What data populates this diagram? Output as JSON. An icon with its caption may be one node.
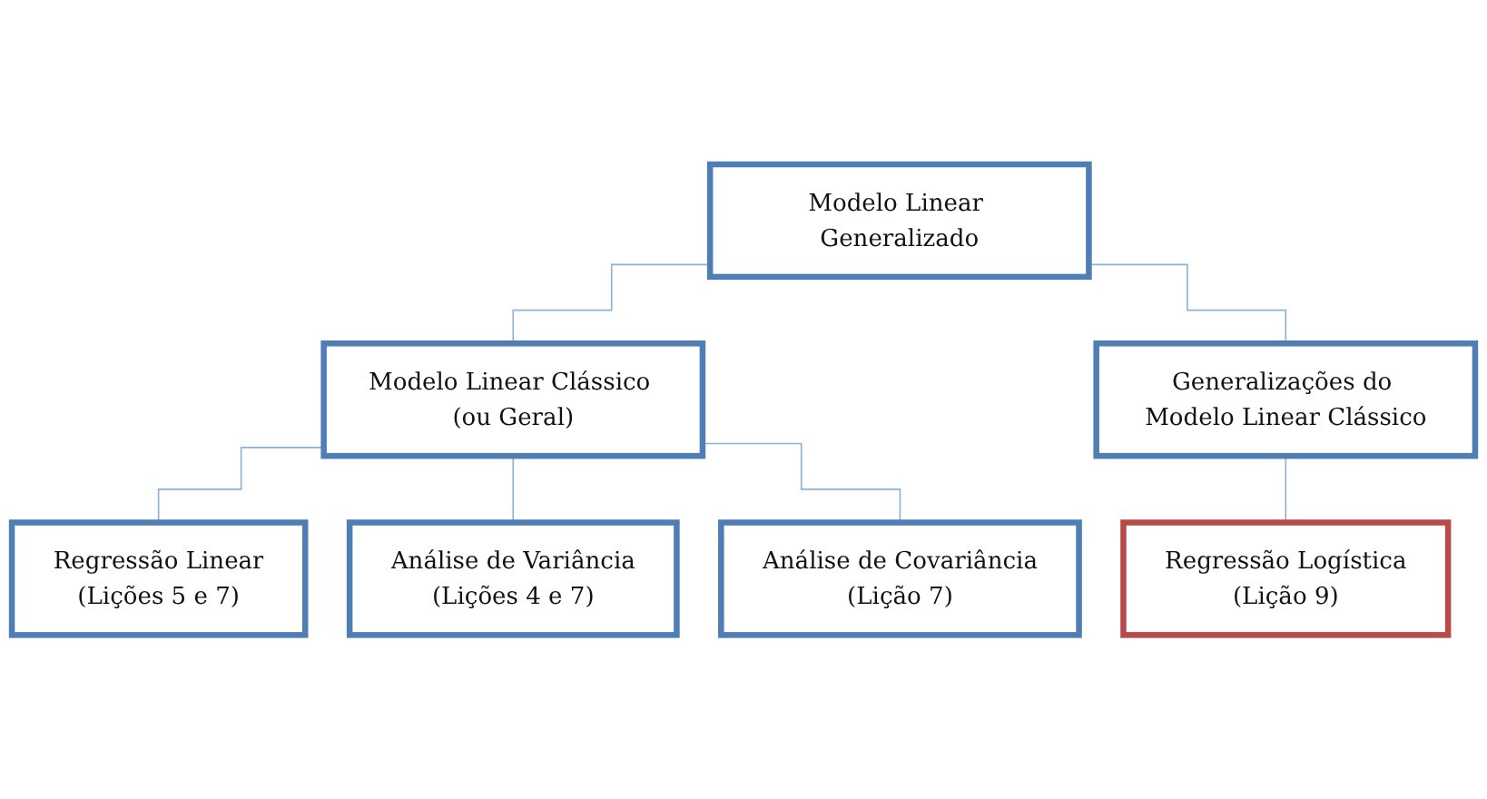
{
  "diagram": {
    "nodes": [
      {
        "text": [
          "Modelo Linear Generalizado"
        ]
      },
      {
        "text": [
          "Modelo Linear Clássico (ou Geral)"
        ]
      },
      {
        "text": [
          "Generalizações do Modelo Linear Clássico"
        ]
      },
      {
        "text": [
          "Regressão Linear",
          "(Lições 5 e 7)"
        ]
      },
      {
        "text": [
          "Análise de Variância",
          "(Lições 4 e 7)"
        ]
      },
      {
        "text": [
          "Análise de Covariância",
          "(Lição 7)"
        ]
      },
      {
        "text": [
          "Regressão Logística",
          "(Lição 9)"
        ]
      }
    ],
    "edges": [
      {
        "from": 0,
        "to": 1,
        "arrow": "none"
      },
      {
        "from": 0,
        "to": 2,
        "arrow": "none"
      },
      {
        "from": 1,
        "to": 3,
        "arrow": "none"
      },
      {
        "from": 1,
        "to": 4,
        "arrow": "none"
      },
      {
        "from": 1,
        "to": 5,
        "arrow": "none"
      },
      {
        "from": 2,
        "to": 6,
        "arrow": "none"
      }
    ]
  }
}
